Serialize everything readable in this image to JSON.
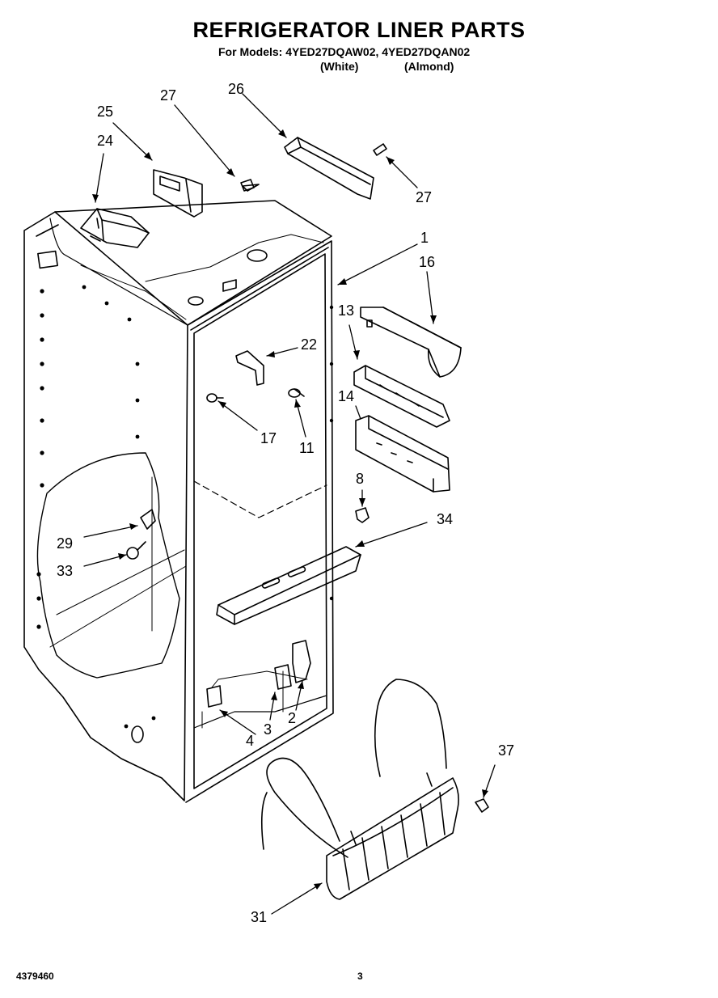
{
  "header": {
    "title": "REFRIGERATOR LINER PARTS",
    "models": "For Models: 4YED27DQAW02, 4YED27DQAN02",
    "variant_white": "(White)",
    "variant_almond": "(Almond)"
  },
  "callouts": [
    "27",
    "26",
    "25",
    "24",
    "27",
    "1",
    "16",
    "13",
    "22",
    "14",
    "17",
    "11",
    "8",
    "34",
    "29",
    "33",
    "37",
    "4",
    "3",
    "2",
    "31"
  ],
  "footer": {
    "doc_number": "4379460",
    "page_number": "3"
  }
}
